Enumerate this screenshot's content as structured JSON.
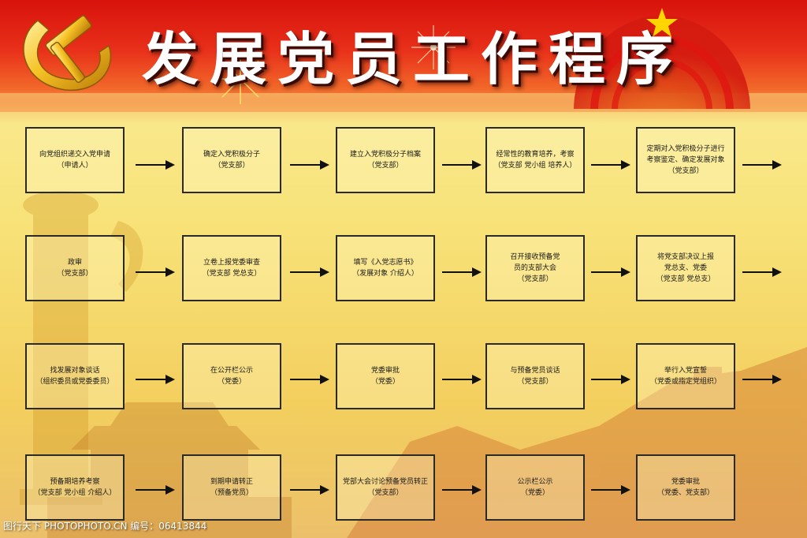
{
  "header": {
    "title": "发展党员工作程序"
  },
  "flow": {
    "rows": [
      [
        {
          "lines": [
            "向党组织递交入党申请",
            "（申请人）"
          ]
        },
        {
          "lines": [
            "确定入党积极分子",
            "（党支部）"
          ]
        },
        {
          "lines": [
            "建立入党积极分子档案",
            "（党支部）"
          ]
        },
        {
          "lines": [
            "经常性的教育培养，考察",
            "（党支部  党小组  培养人）"
          ]
        },
        {
          "lines": [
            "定期对入党积极分子进行",
            "考察鉴定、确定发展对象",
            "（党支部）"
          ]
        }
      ],
      [
        {
          "lines": [
            "政审",
            "（党支部）"
          ]
        },
        {
          "lines": [
            "立卷上报党委审查",
            "（党支部  党总支）"
          ]
        },
        {
          "lines": [
            "填写《入党志愿书》",
            "（发展对象  介绍人）"
          ]
        },
        {
          "lines": [
            "召开接收预备党",
            "员的支部大会",
            "（党支部）"
          ]
        },
        {
          "lines": [
            "将党支部决议上报",
            "党总支、党委",
            "（党支部  党总支）"
          ]
        }
      ],
      [
        {
          "lines": [
            "找发展对象谈话",
            "（组织委员或党委委员）"
          ]
        },
        {
          "lines": [
            "在公开栏公示",
            "（党委）"
          ]
        },
        {
          "lines": [
            "党委审批",
            "（党委）"
          ]
        },
        {
          "lines": [
            "与预备党员谈话",
            "（党支部）"
          ]
        },
        {
          "lines": [
            "举行入党宣誓",
            "（党委或指定党组织）"
          ]
        }
      ],
      [
        {
          "lines": [
            "预备期培养考察",
            "（党支部  党小组  介绍人）"
          ]
        },
        {
          "lines": [
            "到期申请转正",
            "（预备党员）"
          ]
        },
        {
          "lines": [
            "党部大会讨论预备党员转正",
            "（党支部）"
          ]
        },
        {
          "lines": [
            "公示栏公示",
            "（党委）"
          ]
        },
        {
          "lines": [
            "党委审批",
            "（党委、党支部）"
          ]
        }
      ]
    ]
  },
  "watermark": {
    "text": "图行天下 PHOTOPHOTO.CN    编号：06413844"
  },
  "colors": {
    "header_red": "#d8120c",
    "background_yellow": "#f8e37a",
    "gold": "#f2b21a",
    "box_border": "#2a2a2a",
    "arrow": "#111111",
    "title_text": "#ffffff"
  },
  "icons": {
    "emblem": "party-emblem-icon",
    "arrow": "arrow-right-icon"
  }
}
